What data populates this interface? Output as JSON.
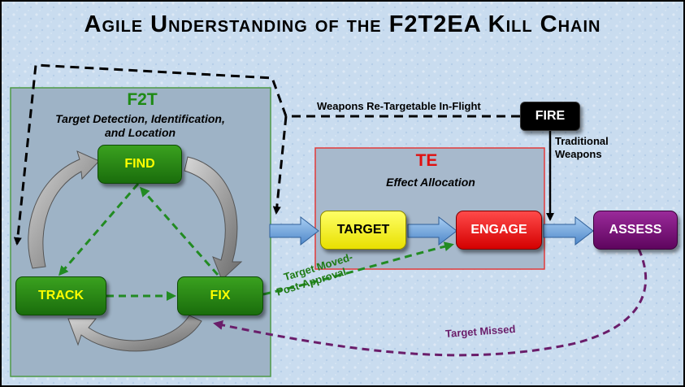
{
  "title": "Agile Understanding of the F2T2EA Kill Chain",
  "colors": {
    "background": "#c9dcef",
    "f2t_panel": "#9eb3c6",
    "f2t_border": "#4e9a46",
    "f2t_heading": "#1e8a14",
    "te_border": "#e23a3a",
    "te_heading": "#e01010",
    "green_box": "#2b8a18",
    "green_box_text": "#ffff00",
    "target_box": "#ffff00",
    "engage_box": "#ee0d0d",
    "assess_box": "#7a0c7a",
    "fire_box": "#000000",
    "flow_arrow": "#6fa6e0",
    "green_dashed": "#228b22",
    "purple_dashed": "#6a1d6a"
  },
  "f2t": {
    "heading": "F2T",
    "subtitle_line1": "Target Detection, Identification,",
    "subtitle_line2": "and Location"
  },
  "te": {
    "heading": "TE",
    "subtitle": "Effect Allocation"
  },
  "boxes": {
    "find": "FIND",
    "track": "TRACK",
    "fix": "FIX",
    "target": "TARGET",
    "engage": "ENGAGE",
    "assess": "ASSESS",
    "fire": "FIRE"
  },
  "labels": {
    "retarget": "Weapons Re-Targetable In-Flight",
    "traditional_line1": "Traditional",
    "traditional_line2": "Weapons",
    "target_moved_line1": "Target Moved-",
    "target_moved_line2": "Post-Approval",
    "target_missed": "Target Missed"
  }
}
